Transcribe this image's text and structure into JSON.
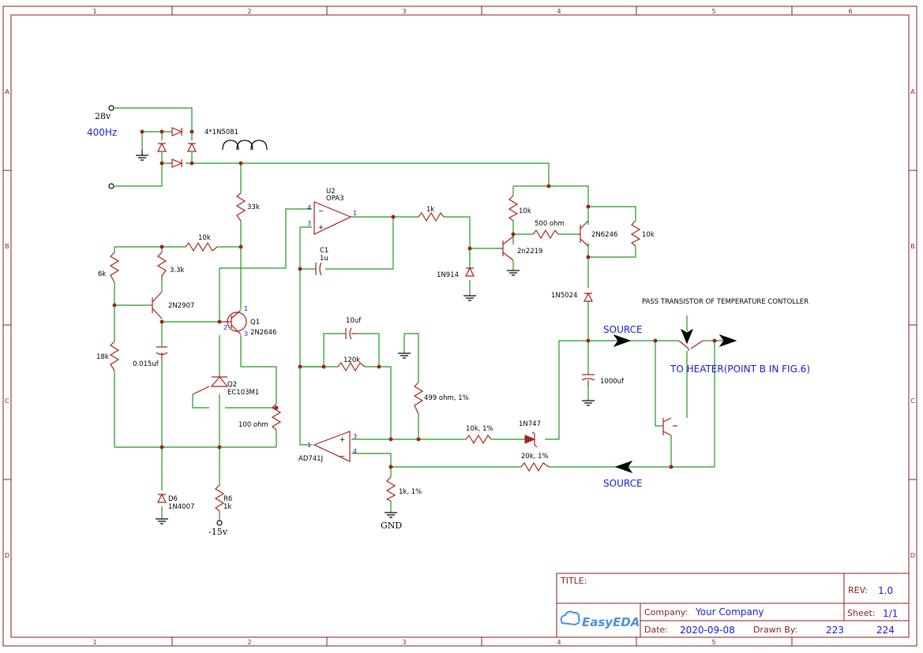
{
  "frame": {
    "columns": [
      "1",
      "2",
      "3",
      "4",
      "5",
      "6"
    ],
    "rows": [
      "A",
      "B",
      "C",
      "D"
    ]
  },
  "supply": {
    "top": "28v",
    "freq": "400Hz",
    "diodes": "4*1N5081"
  },
  "parts": {
    "r33k": "33k",
    "r10k_a": "10k",
    "r6k": "6k",
    "r33": "3.3k",
    "q_pnp": "2N2907",
    "r18k": "18k",
    "c015": "0.015uf",
    "q1_ref": "Q1",
    "q1_val": "2N2646",
    "q2_ref": "Q2",
    "q2_val": "EC103M1",
    "r100": "100 ohm",
    "d6_ref": "D6",
    "d6_val": "1N4007",
    "r6_ref": "R6",
    "r6_val": "1k",
    "neg": "-15v",
    "u2_ref": "U2",
    "u2_val": "OPA3",
    "c1_ref": "C1",
    "c1_val": "1u",
    "r1k": "1k",
    "d914": "1N914",
    "q2219": "2n2219",
    "r10k_b": "10k",
    "r500": "500 ohm",
    "q6246": "2N6246",
    "r10k_c": "10k",
    "d5024": "1N5024",
    "c1000": "1000uf",
    "c10uf": "10uf",
    "r120k": "120k",
    "r499": "499 ohm, 1%",
    "ad741": "AD741J",
    "r10k1": "10k, 1%",
    "d747": "1N747",
    "r20k1": "20k, 1%",
    "r1k1": "1k, 1%",
    "gnd": "GND",
    "pass_tr": "PASS TRANSISTOR OF TEMPERATURE CONTOLLER",
    "source1": "SOURCE",
    "source2": "SOURCE",
    "heater": "TO HEATER(POINT B IN FIG.6)"
  },
  "pins": {
    "u2_p4": "4",
    "u2_p3": "3",
    "u2_p1": "1",
    "u2_minus": "−",
    "u2_plus": "+",
    "a_p1": "1",
    "a_p3": "3",
    "a_p4": "4",
    "a_plus": "+",
    "a_minus": "−",
    "q1_p1": "1",
    "q1_p2": "2",
    "q1_p3": "3"
  },
  "title_block": {
    "title_label": "TITLE:",
    "rev_label": "REV:",
    "rev_value": "1.0",
    "logo": "EasyEDA",
    "company_label": "Company:",
    "company_value": "Your Company",
    "sheet_label": "Sheet:",
    "sheet_value": "1/1",
    "date_label": "Date:",
    "date_value": "2020-09-08",
    "drawn_label": "Drawn By:",
    "drawn_value": "223",
    "extra_value": "224"
  },
  "colors": {
    "frame": "#8b1a1a",
    "wire": "#1a9a1a",
    "part": "#a32020",
    "note": "#1a1acc"
  }
}
